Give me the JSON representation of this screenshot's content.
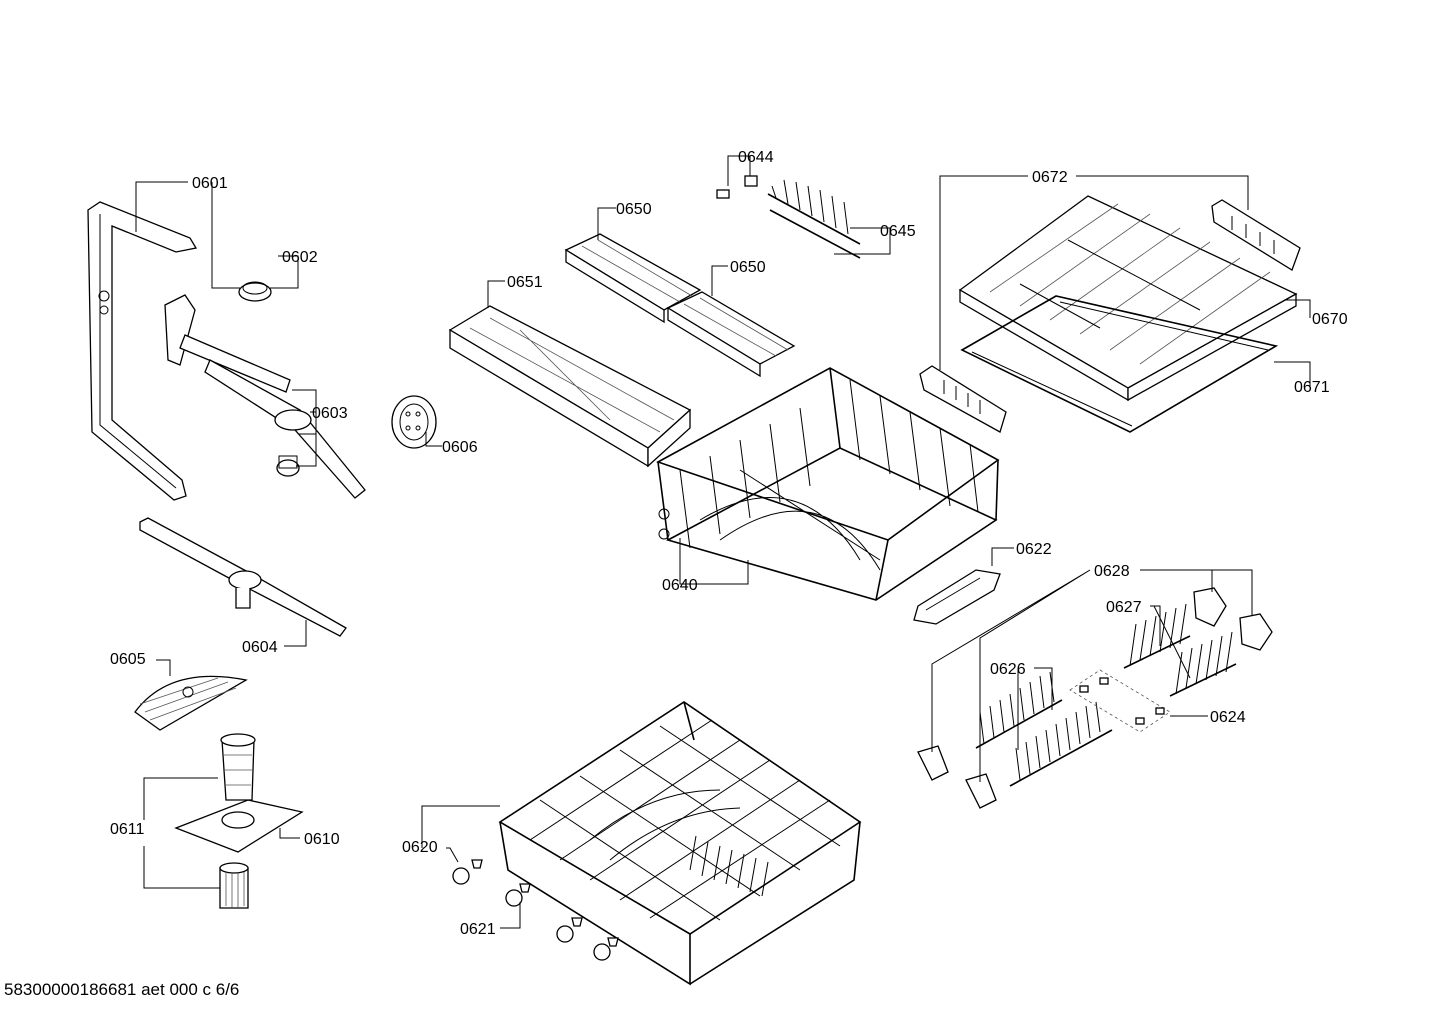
{
  "labels": {
    "l0601": "0601",
    "l0602": "0602",
    "l0603": "0603",
    "l0604": "0604",
    "l0605": "0605",
    "l0606": "0606",
    "l0610": "0610",
    "l0611": "0611",
    "l0620": "0620",
    "l0621": "0621",
    "l0622": "0622",
    "l0624": "0624",
    "l0626": "0626",
    "l0627": "0627",
    "l0628": "0628",
    "l0640": "0640",
    "l0644": "0644",
    "l0645": "0645",
    "l0650a": "0650",
    "l0650b": "0650",
    "l0651": "0651",
    "l0670": "0670",
    "l0671": "0671",
    "l0672": "0672"
  },
  "footer": "58300000186681 aet 000 c 6/6"
}
